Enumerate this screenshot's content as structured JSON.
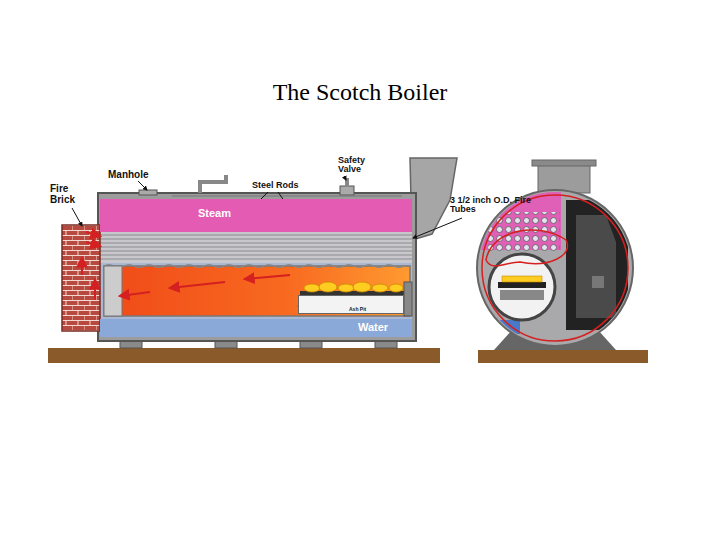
{
  "diagram": {
    "title": "The Scotch Boiler",
    "nodes": [
      {
        "text": [
          "Steam"
        ]
      },
      {
        "text": [
          "Ash Pit"
        ]
      },
      {
        "text": [
          "Water"
        ]
      }
    ],
    "labels": [
      "Manhole",
      "Safety Valve",
      "Fire Brick",
      "Steel Rods",
      "3 1/2 inch O.D. Fire Tubes"
    ]
  }
}
